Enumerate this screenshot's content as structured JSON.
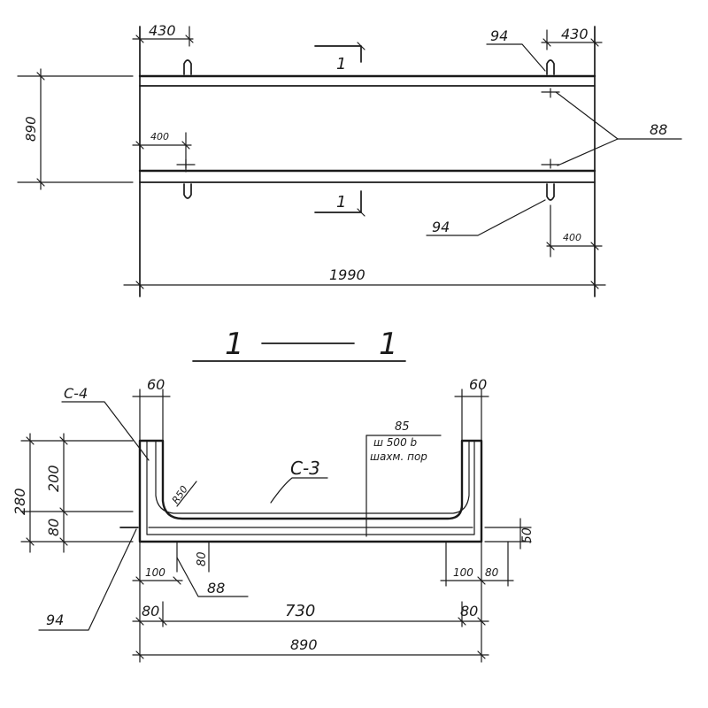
{
  "plan": {
    "dim_top_left": "430",
    "dim_top_right": "430",
    "dim_height": "890",
    "dim_inner_left": "400",
    "dim_inner_right": "400",
    "dim_total_length": "1990",
    "section_mark_top": "1",
    "section_mark_bottom": "1",
    "callout_loop_top": "94",
    "callout_loop_bottom": "94",
    "callout_bar": "88"
  },
  "section": {
    "title_left": "1",
    "title_right": "1",
    "dim_wall_left": "60",
    "dim_wall_right": "60",
    "label_mesh_side": "С-4",
    "label_mesh_bottom": "С-3",
    "radius": "R50",
    "note_line1": "85",
    "note_line2": "ш 500 b",
    "note_line3": "шахм. пор",
    "dim_total_height": "280",
    "dim_wall_height": "200",
    "dim_slab": "80",
    "dim_bottom_offset": "80",
    "dim_right_slab": "50",
    "dim_left_offset": "100",
    "dim_right_offset": "100",
    "dim_right_edge": "80",
    "dim_base_left": "80",
    "dim_base_mid": "730",
    "dim_base_right": "80",
    "dim_base_total": "890",
    "callout_bar": "88",
    "callout_loop": "94"
  }
}
